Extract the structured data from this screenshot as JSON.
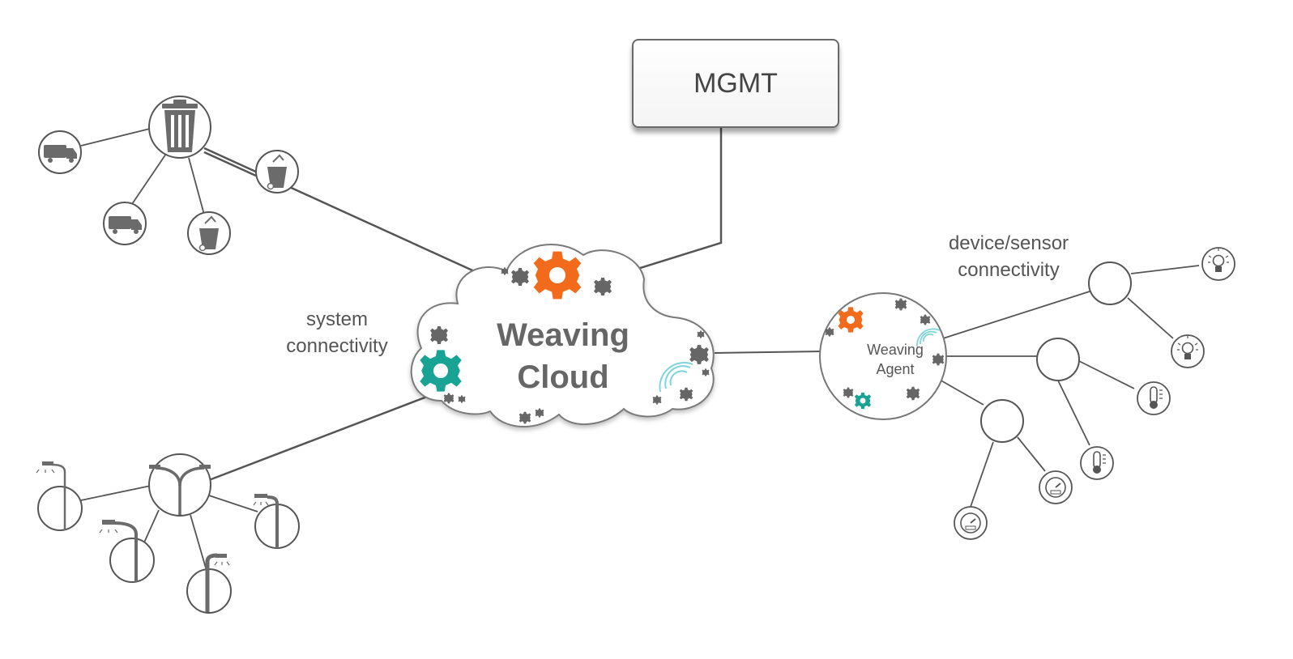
{
  "mgmt": {
    "label": "MGMT"
  },
  "cloud": {
    "line1": "Weaving",
    "line2": "Cloud"
  },
  "agent": {
    "line1": "Weaving",
    "line2": "Agent"
  },
  "labels": {
    "system_line1": "system",
    "system_line2": "connectivity",
    "device_line1": "device/sensor",
    "device_line2": "connectivity"
  },
  "colors": {
    "line": "#555555",
    "outline": "#5a5a5a",
    "icon": "#6b6b6b",
    "gear_orange": "#f26b1d",
    "gear_teal": "#19a394",
    "gear_grey": "#666666",
    "wave": "#7fd4db",
    "cloud_fill": "#ffffff"
  },
  "icons": {
    "trash_hub": "trash-can-icon",
    "truck": "garbage-truck-icon",
    "bin": "wheelie-bin-icon",
    "lamp_hub": "double-street-lamp-icon",
    "lamp": "street-lamp-icon",
    "bulb": "light-bulb-icon",
    "thermo": "thermometer-icon",
    "gauge": "gauge-meter-icon"
  }
}
